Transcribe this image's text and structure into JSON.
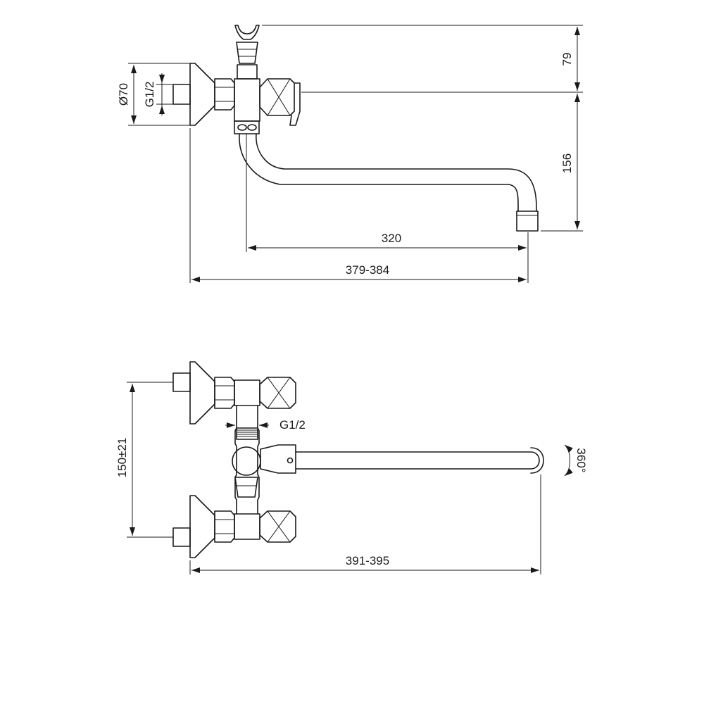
{
  "top_view": {
    "dim_height_upper": "79",
    "dim_height_lower": "156",
    "dim_spout_reach": "320",
    "dim_total_length": "379-384",
    "dim_flange_diameter": "Ø70",
    "dim_thread": "G1/2"
  },
  "front_view": {
    "dim_center_distance": "150±21",
    "dim_thread": "G1/2",
    "dim_rotation": "360°",
    "dim_total_length": "391-395"
  }
}
